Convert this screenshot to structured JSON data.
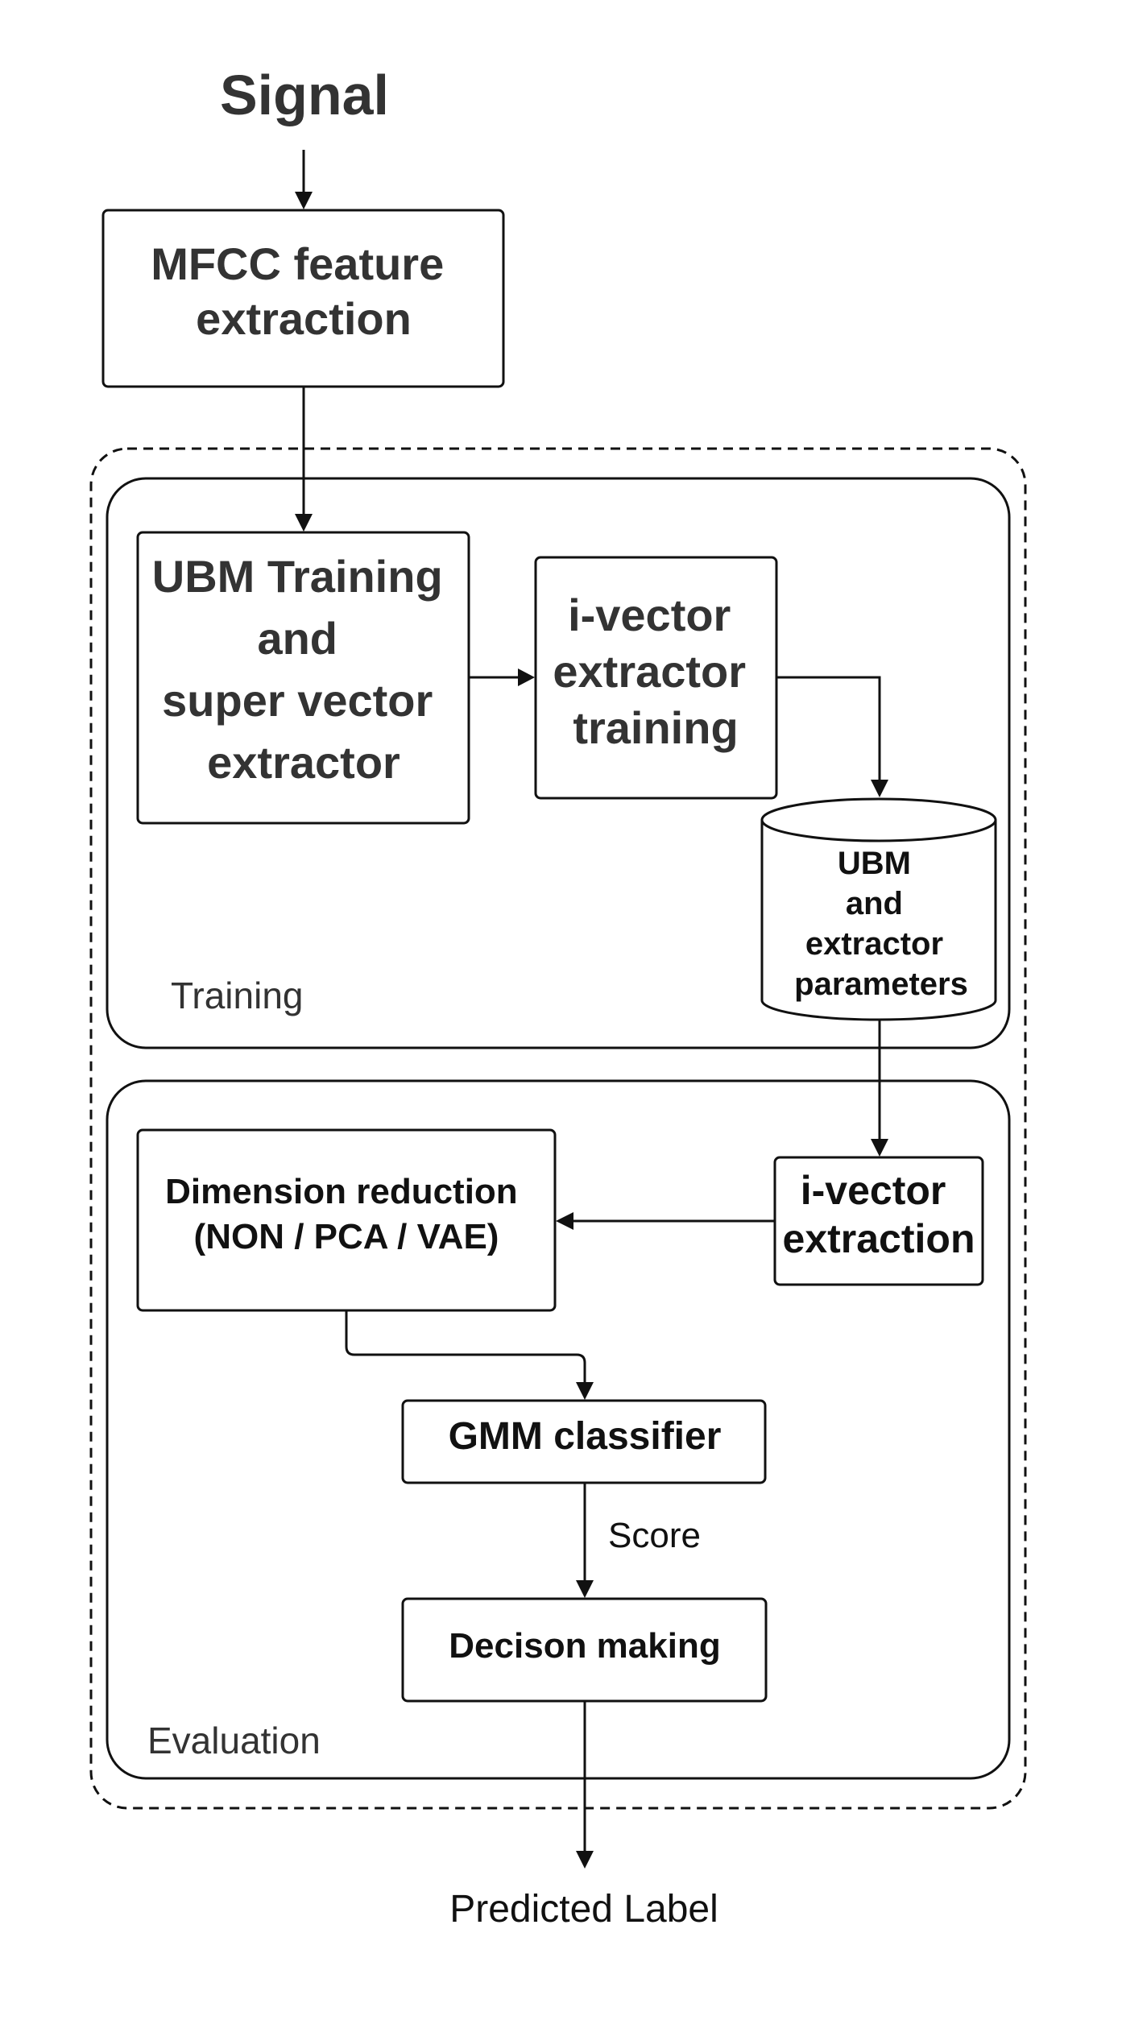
{
  "input_label": "Signal",
  "output_label": "Predicted Label",
  "nodes": {
    "mfcc": [
      "MFCC feature",
      "extraction"
    ],
    "ubm_training": [
      "UBM Training",
      "and",
      "super vector",
      "extractor"
    ],
    "ivector_training": [
      "i-vector",
      "extractor",
      "training"
    ],
    "parameters_store": [
      "UBM",
      "and",
      "extractor",
      "parameters"
    ],
    "ivector_extraction": [
      "i-vector",
      "extraction"
    ],
    "dimension_reduction": [
      "Dimension reduction",
      "(NON / PCA / VAE)"
    ],
    "gmm_classifier": "GMM classifier",
    "decision_making": "Decison making"
  },
  "groups": {
    "training": "Training",
    "evaluation": "Evaluation"
  },
  "edge_labels": {
    "score": "Score"
  },
  "colors": {
    "line": "#111111",
    "text": "#333333",
    "background": "#ffffff"
  }
}
